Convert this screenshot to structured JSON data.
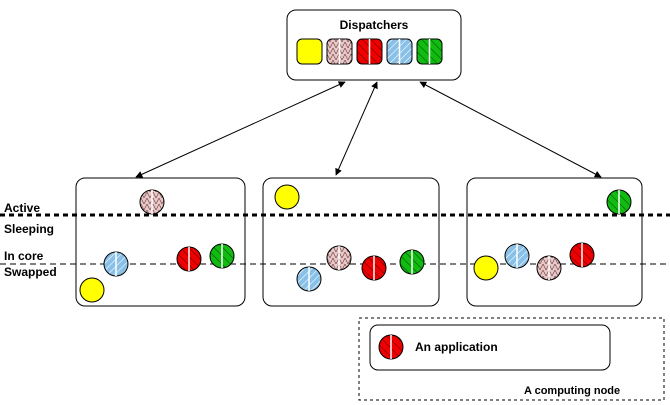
{
  "dispatchers": {
    "title": "Dispatchers"
  },
  "levels": {
    "active": "Active",
    "sleeping": "Sleeping",
    "in_core": "In core",
    "swapped": "Swapped"
  },
  "legend": {
    "application": "An application",
    "computing_node": "A computing node"
  },
  "colors": {
    "yellow": "#ffff00",
    "pink": "#e8c8c8",
    "red": "#ee0000",
    "blue": "#88c0e8",
    "green": "#11bb11",
    "stroke": "#000000"
  }
}
